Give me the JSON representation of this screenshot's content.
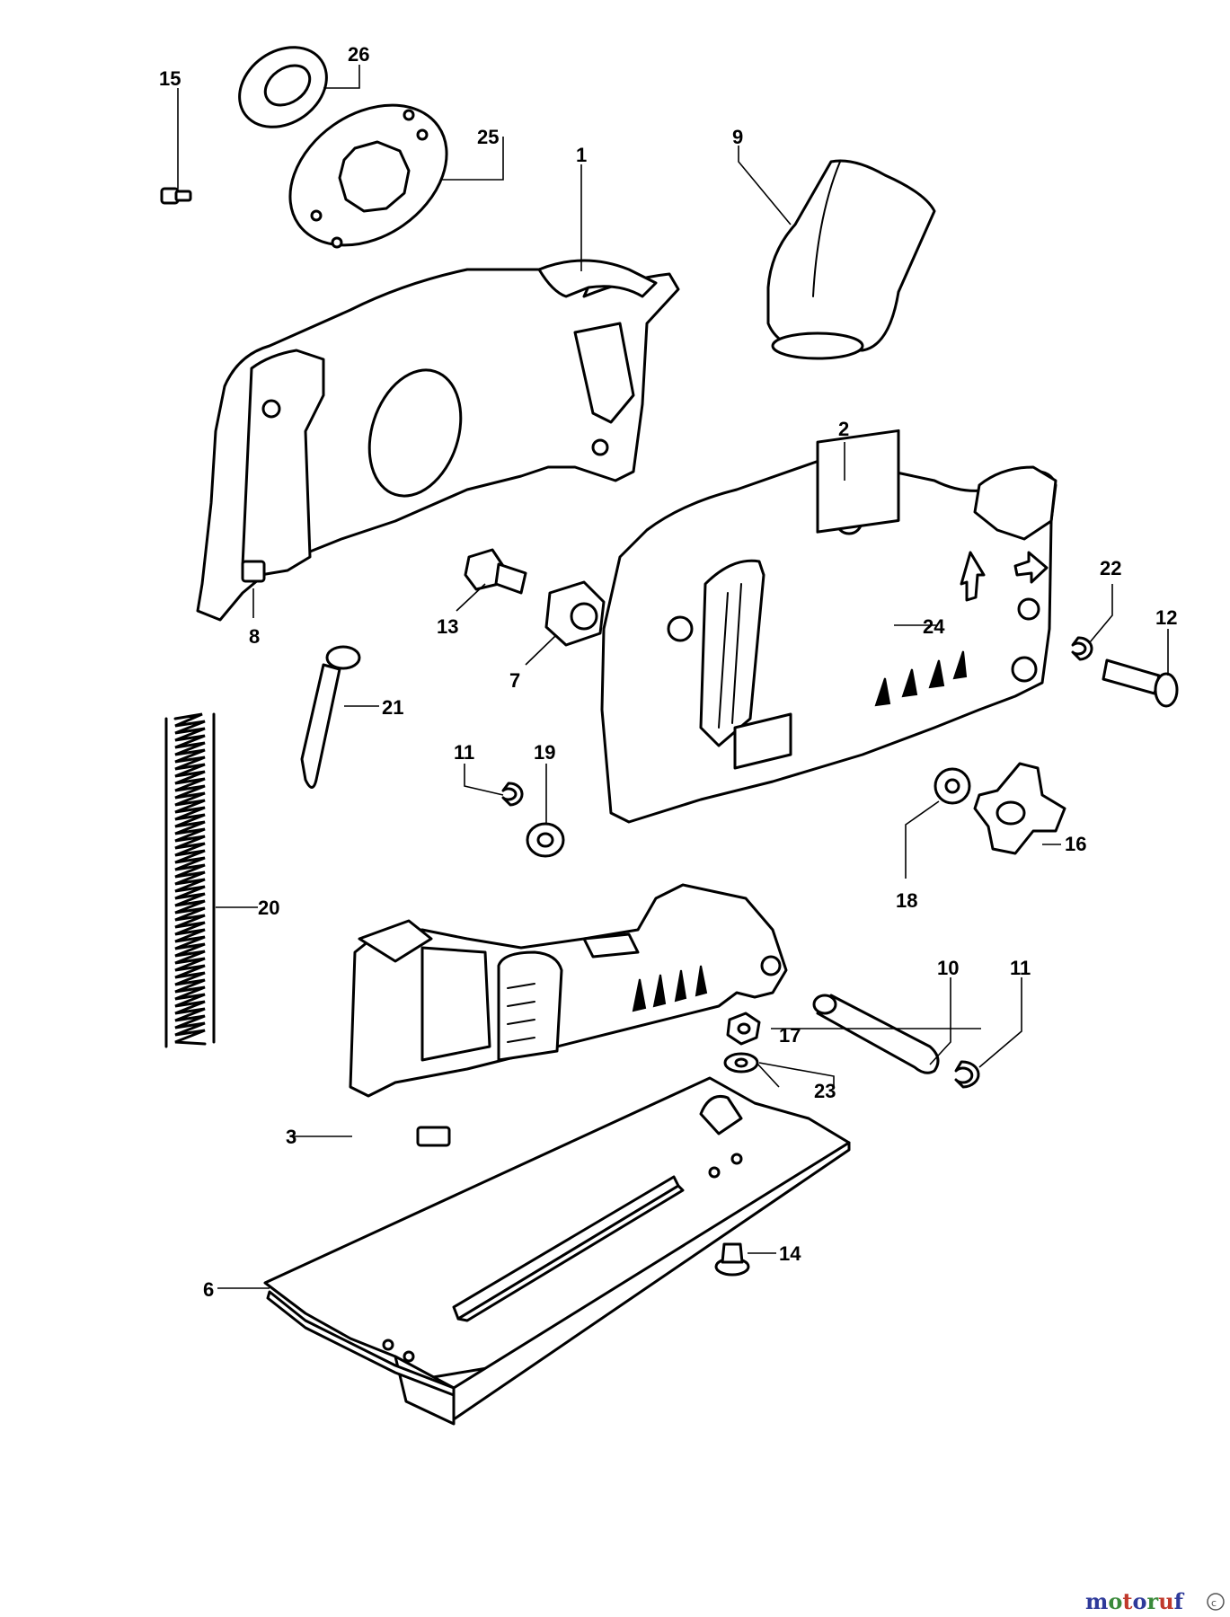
{
  "diagram": {
    "labels": {
      "p1": "1",
      "p2": "2",
      "p3": "3",
      "p6": "6",
      "p7": "7",
      "p8": "8",
      "p9": "9",
      "p10": "10",
      "p11a": "11",
      "p11b": "11",
      "p12": "12",
      "p13": "13",
      "p14": "14",
      "p15": "15",
      "p16": "16",
      "p17": "17",
      "p18": "18",
      "p19": "19",
      "p20": "20",
      "p21": "21",
      "p22": "22",
      "p23": "23",
      "p24": "24",
      "p25": "25",
      "p26": "26"
    }
  },
  "watermark": {
    "letters": [
      "m",
      "o",
      "t",
      "o",
      "r",
      "u",
      "f"
    ],
    "letter_colors": [
      "#2e3a9a",
      "#3a8a3a",
      "#c0392b",
      "#2e3a9a",
      "#3a8a3a",
      "#c0392b",
      "#2e3a9a"
    ],
    "mark_icon": "copyright-circle-icon"
  }
}
